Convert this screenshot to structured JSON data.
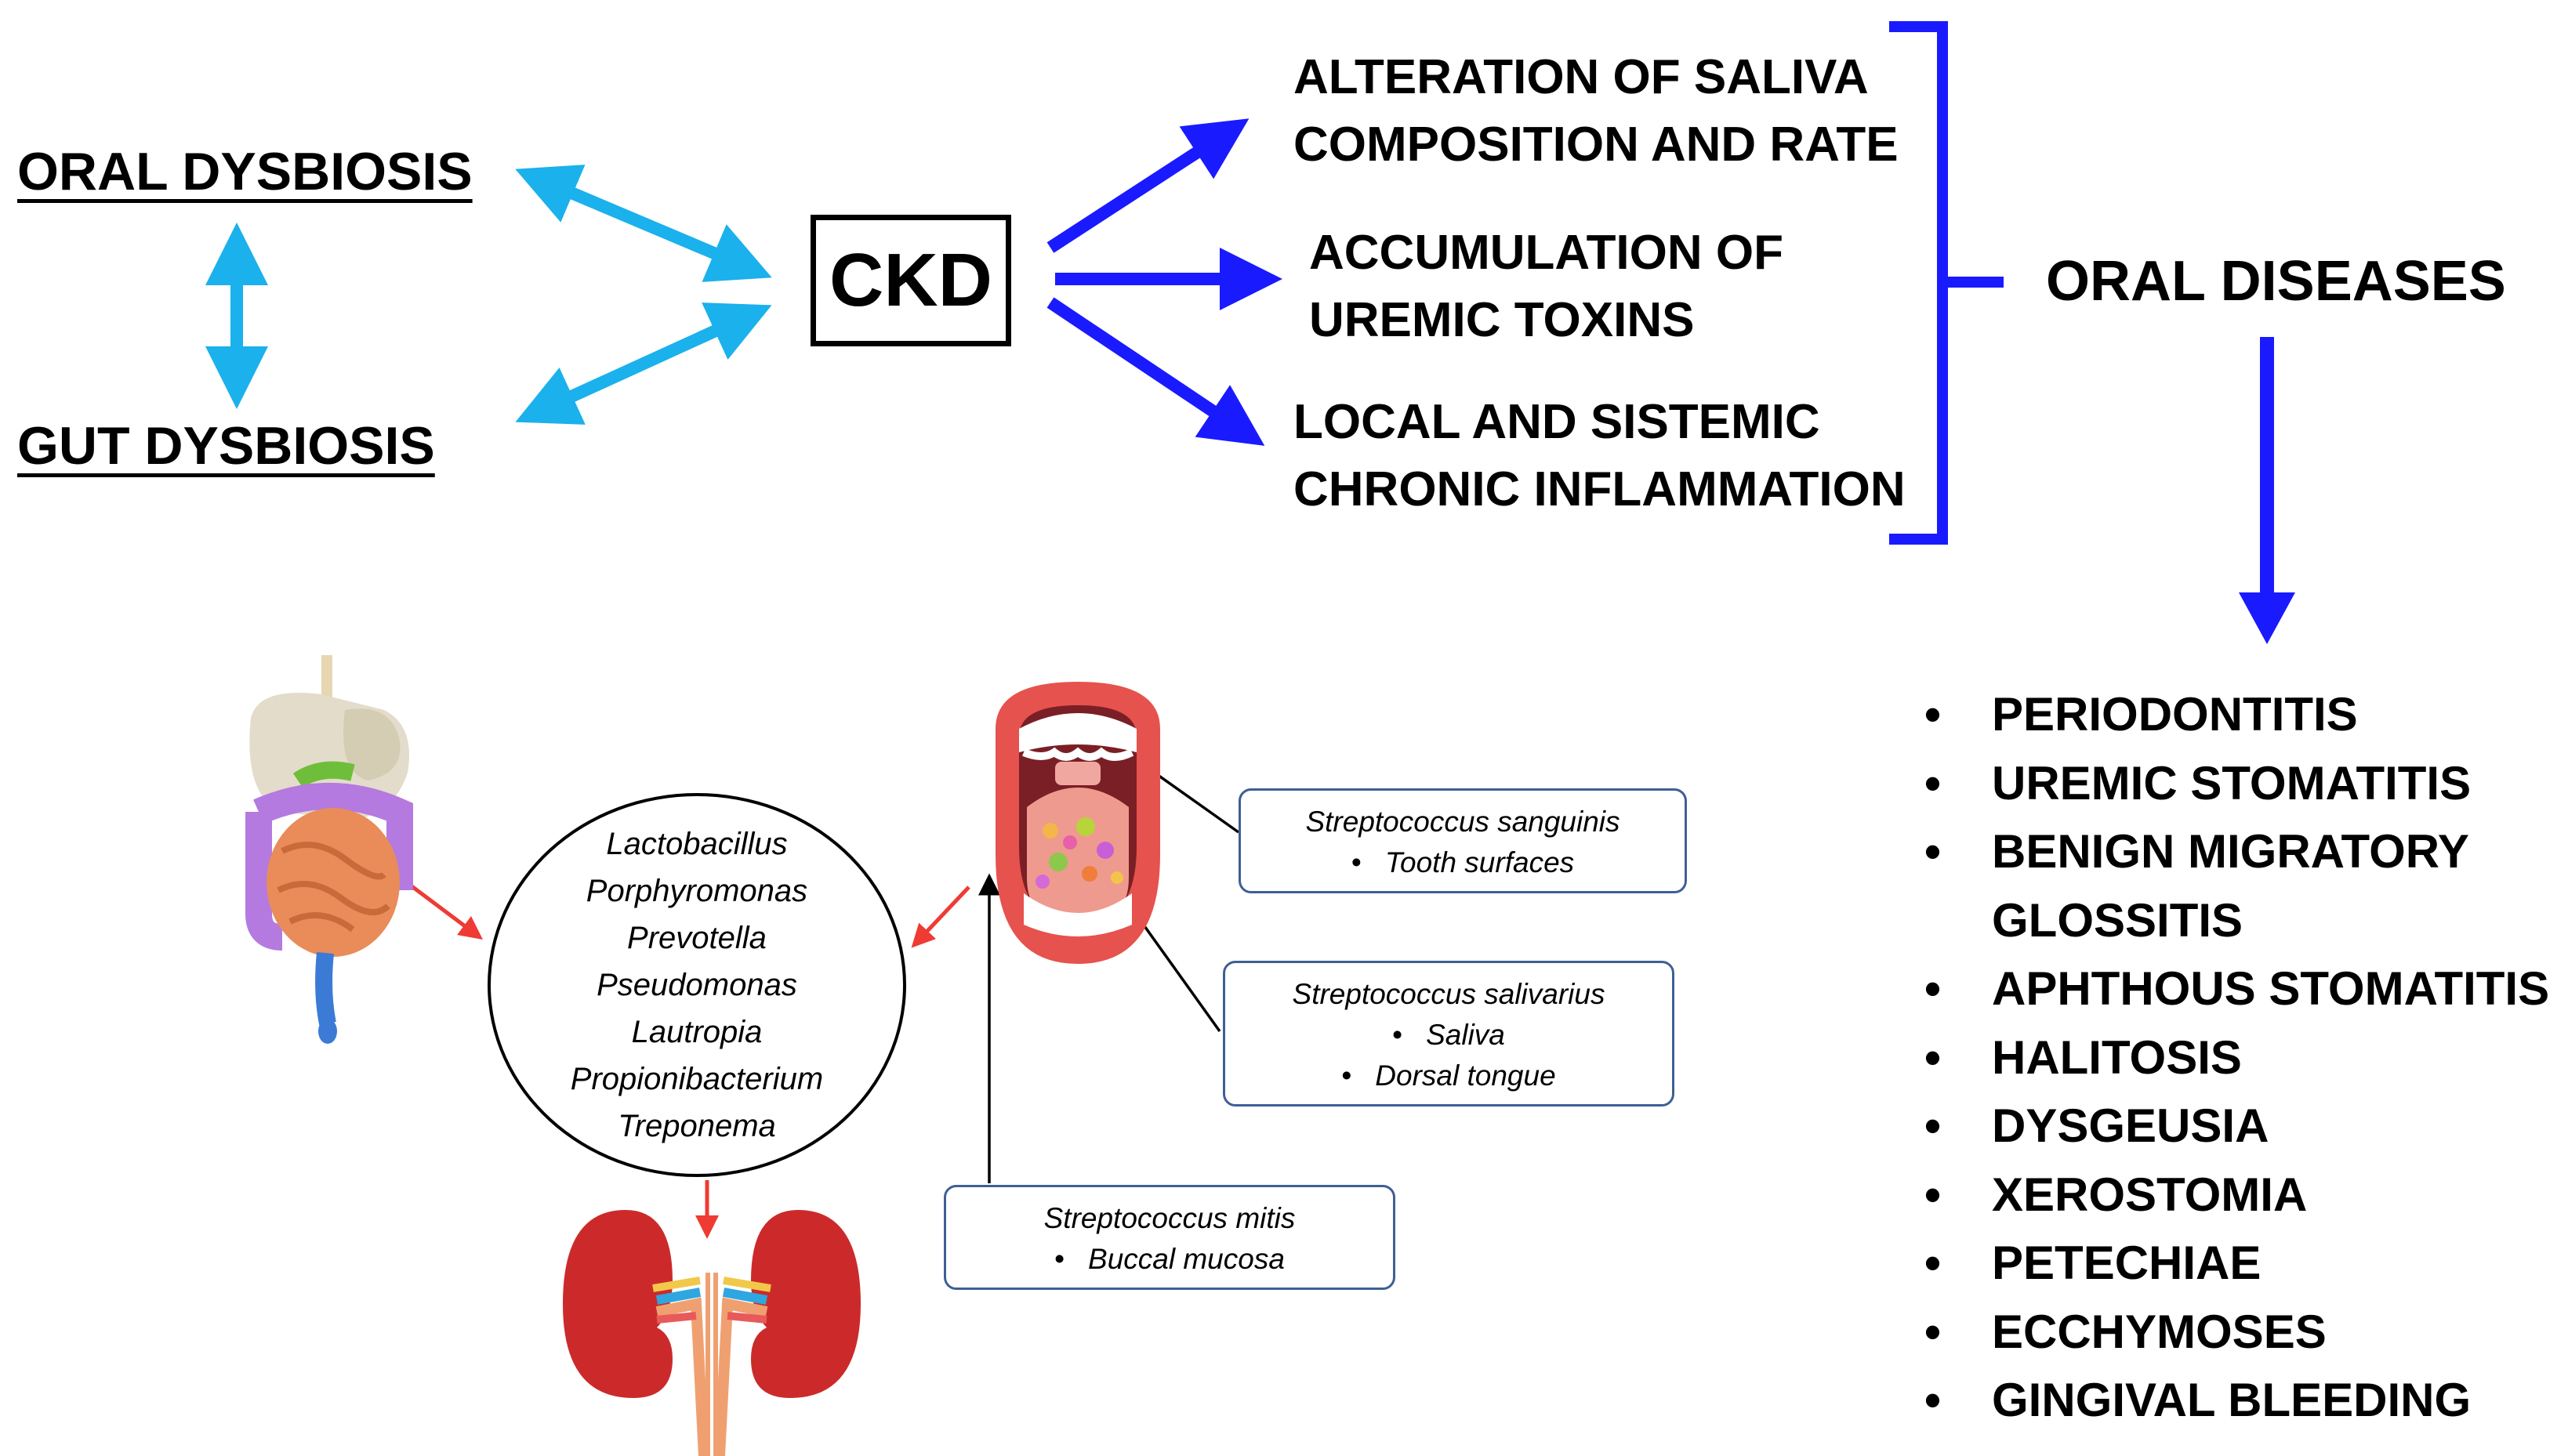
{
  "left": {
    "oral_dysbiosis": "ORAL DYSBIOSIS",
    "gut_dysbiosis": "GUT DYSBIOSIS"
  },
  "center": {
    "ckd": "CKD"
  },
  "effects": [
    [
      "ALTERATION OF SALIVA",
      "COMPOSITION AND RATE"
    ],
    [
      "ACCUMULATION OF",
      "UREMIC TOXINS"
    ],
    [
      "LOCAL AND SISTEMIC",
      "CHRONIC INFLAMMATION"
    ]
  ],
  "oral_diseases": {
    "title": "ORAL DISEASES",
    "items": [
      "PERIODONTITIS",
      "UREMIC STOMATITIS",
      "BENIGN MIGRATORY",
      "GLOSSITIS",
      "APHTHOUS STOMATITIS",
      "HALITOSIS",
      "DYSGEUSIA",
      "XEROSTOMIA",
      "PETECHIAE",
      "ECCHYMOSES",
      "GINGIVAL BLEEDING"
    ]
  },
  "genera": [
    "Lactobacillus",
    "Porphyromonas",
    "Prevotella",
    "Pseudomonas",
    "Lautropia",
    "Propionibacterium",
    "Treponema"
  ],
  "callouts": {
    "sanguinis": {
      "species": "Streptococcus sanguinis",
      "sites": [
        "Tooth surfaces"
      ]
    },
    "salivarius": {
      "species": "Streptococcus salivarius",
      "sites": [
        "Saliva",
        "Dorsal tongue"
      ]
    },
    "mitis": {
      "species": "Streptococcus mitis",
      "sites": [
        "Buccal mucosa"
      ]
    }
  },
  "colors": {
    "light_blue_arrow": "#1ab1ec",
    "blue_arrow": "#1a1aff",
    "red_arrow": "#ee3b33",
    "callout_border": "#3f5f95"
  },
  "icons": [
    "digestive-tract-illustration",
    "open-mouth-illustration",
    "kidneys-illustration"
  ]
}
